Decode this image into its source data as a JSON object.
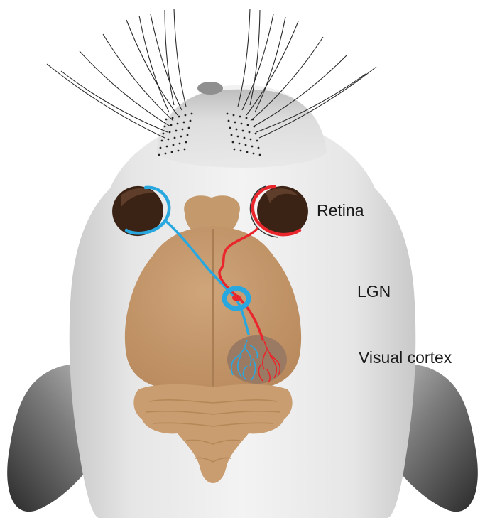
{
  "labels": {
    "retina": "Retina",
    "lgn": "LGN",
    "visual_cortex": "Visual cortex"
  },
  "colors": {
    "ipsilateral_pathway": "#e8262c",
    "contralateral_pathway": "#29a8e0",
    "brain": "#c59a6e",
    "head": "#e4e4e4",
    "eye": "#3a2214"
  }
}
